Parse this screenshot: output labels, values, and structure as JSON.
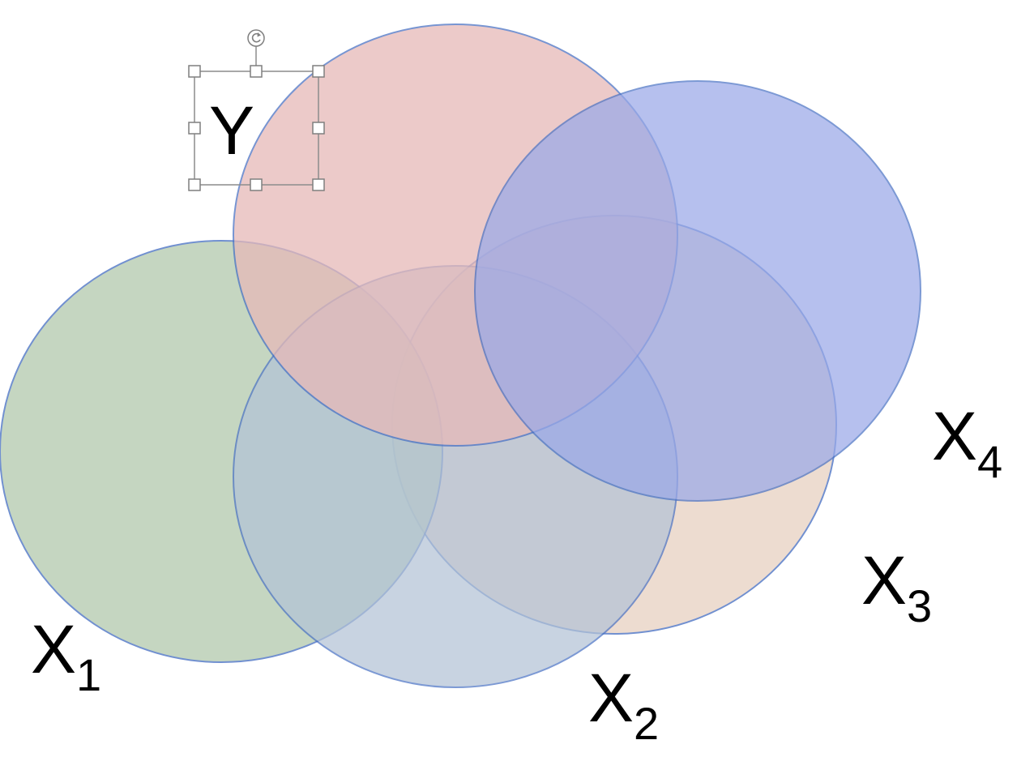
{
  "diagram": {
    "type": "venn",
    "sets": [
      {
        "id": "Y",
        "label": "Y",
        "fill": "#e6b9b8",
        "stroke": "#4a72c4"
      },
      {
        "id": "X4",
        "label": "X",
        "subscript": "4",
        "fill": "#9aa9e8",
        "stroke": "#4a72c4"
      },
      {
        "id": "X3",
        "label": "X",
        "subscript": "3",
        "fill": "#e8d3c4",
        "stroke": "#4a72c4"
      },
      {
        "id": "X1",
        "label": "X",
        "subscript": "1",
        "fill": "#b6cbb0",
        "stroke": "#4a72c4"
      },
      {
        "id": "X2",
        "label": "X",
        "subscript": "2",
        "fill": "#b3c3d6",
        "stroke": "#4a72c4"
      }
    ],
    "selection": {
      "target": "Y",
      "state": "selected-textbox"
    }
  }
}
